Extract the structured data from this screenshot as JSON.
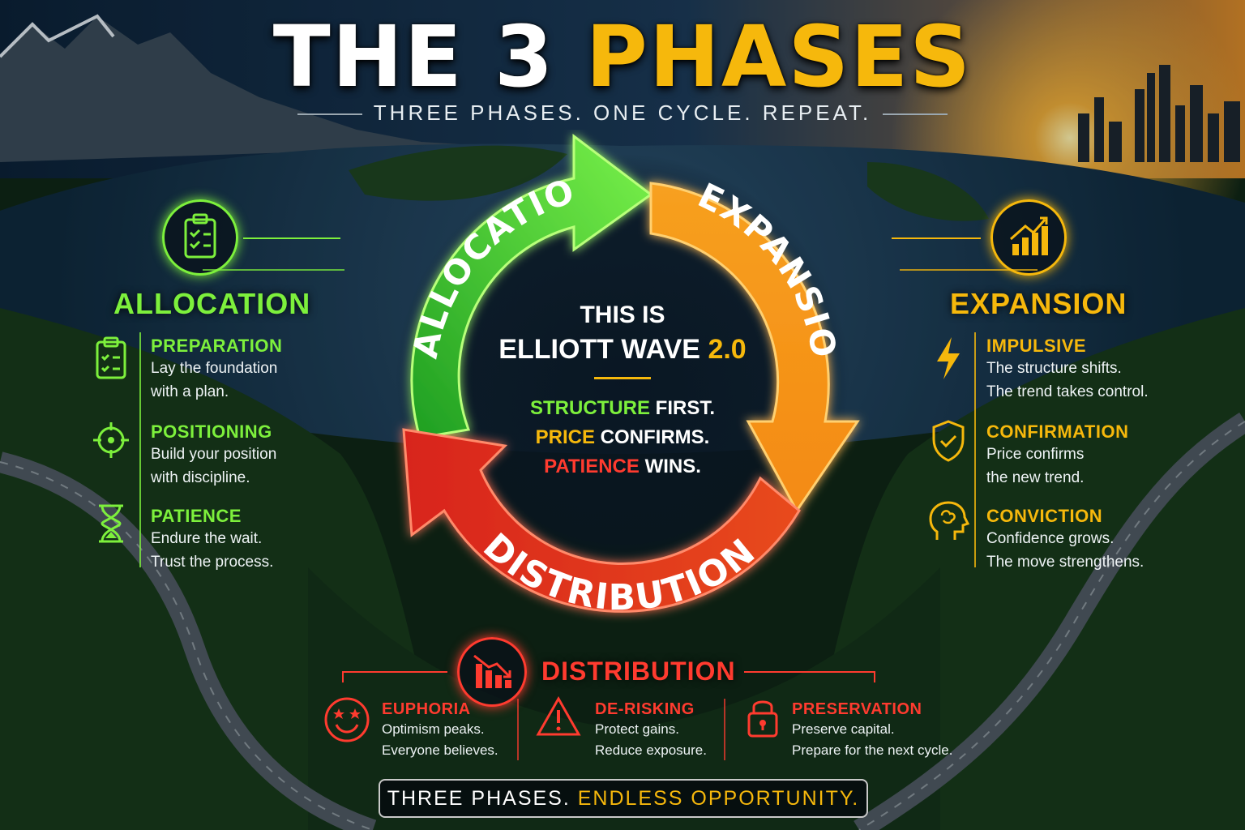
{
  "header": {
    "title_prefix": "THE 3",
    "title_highlight": "PHASES",
    "subtitle": "THREE PHASES. ONE CYCLE. REPEAT."
  },
  "cycle": {
    "arrow_labels": {
      "allocation": "ALLOCATION",
      "expansion": "EXPANSION",
      "distribution": "DISTRIBUTION"
    },
    "center": {
      "line1": "THIS IS",
      "line2_main": "ELLIOTT WAVE",
      "line2_version": "2.0",
      "taglines": [
        {
          "keyword": "STRUCTURE",
          "rest": "FIRST."
        },
        {
          "keyword": "PRICE",
          "rest": "CONFIRMS."
        },
        {
          "keyword": "PATIENCE",
          "rest": "WINS."
        }
      ]
    }
  },
  "allocation": {
    "title": "ALLOCATION",
    "icon": "clipboard-check-icon",
    "items": [
      {
        "title": "PREPARATION",
        "line1": "Lay the foundation",
        "line2": "with a plan.",
        "icon": "clipboard-icon"
      },
      {
        "title": "POSITIONING",
        "line1": "Build your position",
        "line2": "with discipline.",
        "icon": "crosshair-icon"
      },
      {
        "title": "PATIENCE",
        "line1": "Endure the wait.",
        "line2": "Trust the process.",
        "icon": "hourglass-icon"
      }
    ]
  },
  "expansion": {
    "title": "EXPANSION",
    "icon": "growth-chart-icon",
    "items": [
      {
        "title": "IMPULSIVE",
        "line1": "The structure shifts.",
        "line2": "The trend takes control.",
        "icon": "lightning-icon"
      },
      {
        "title": "CONFIRMATION",
        "line1": "Price confirms",
        "line2": "the new trend.",
        "icon": "shield-check-icon"
      },
      {
        "title": "CONVICTION",
        "line1": "Confidence grows.",
        "line2": "The move strengthens.",
        "icon": "head-brain-icon"
      }
    ]
  },
  "distribution": {
    "title": "DISTRIBUTION",
    "icon": "declining-chart-icon",
    "items": [
      {
        "title": "EUPHORIA",
        "line1": "Optimism peaks.",
        "line2": "Everyone believes.",
        "icon": "star-eyes-face-icon"
      },
      {
        "title": "DE-RISKING",
        "line1": "Protect gains.",
        "line2": "Reduce exposure.",
        "icon": "warning-icon"
      },
      {
        "title": "PRESERVATION",
        "line1": "Preserve capital.",
        "line2": "Prepare for the next cycle.",
        "icon": "padlock-icon"
      }
    ]
  },
  "footer": {
    "part1": "THREE PHASES.",
    "part2": "ENDLESS OPPORTUNITY."
  },
  "colors": {
    "green": "#7df03c",
    "orange": "#f6b80c",
    "red": "#ff3b2f",
    "background": "#0d1a24"
  }
}
